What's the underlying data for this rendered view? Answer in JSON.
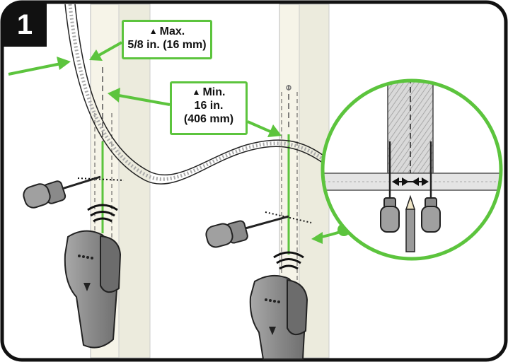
{
  "step": {
    "number": "1"
  },
  "callouts": {
    "max": {
      "label": "Max.",
      "value": "5/8 in. (16 mm)",
      "icon": "warning-icon"
    },
    "min": {
      "label": "Min.",
      "value_line1": "16 in.",
      "value_line2": "(406 mm)",
      "icon": "warning-icon"
    }
  },
  "colors": {
    "accent_green": "#5cc43d",
    "frame": "#111111",
    "stud": "#f5f3e6",
    "tool_gray": "#8e8e8e"
  }
}
